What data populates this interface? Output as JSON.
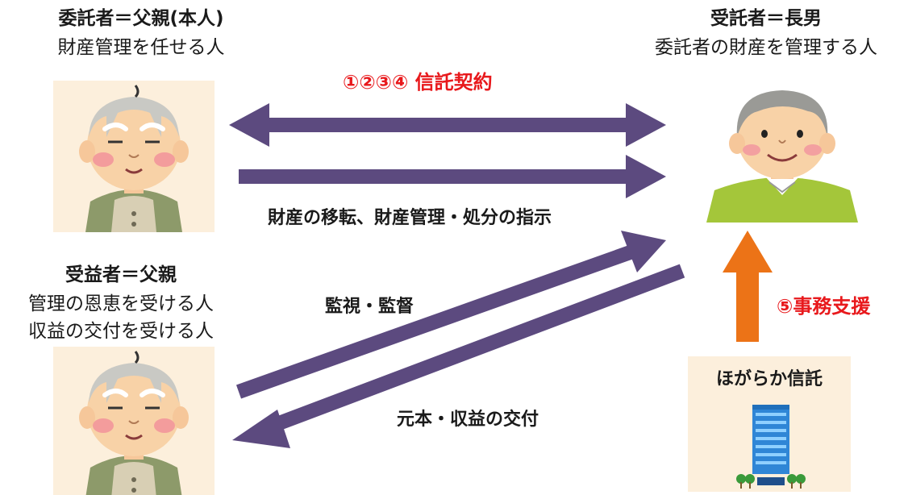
{
  "settlor": {
    "title": "委託者＝父親(本人)",
    "desc": "財産管理を任せる人"
  },
  "trustee": {
    "title": "受託者＝長男",
    "desc": "委託者の財産を管理する人"
  },
  "beneficiary": {
    "title": "受益者＝父親",
    "desc_line1": "管理の恩恵を受ける人",
    "desc_line2": "収益の交付を受ける人"
  },
  "contract_label": "①②③④ 信託契約",
  "transfer_label": "財産の移転、財産管理・処分の指示",
  "supervision_label": "監視・監督",
  "payment_label": "元本・収益の交付",
  "support_label": "⑤事務支援",
  "company_name": "ほがらか信託",
  "colors": {
    "arrow": "#5c4a7f",
    "support_arrow": "#ec7317",
    "red_text": "#e8191c"
  }
}
